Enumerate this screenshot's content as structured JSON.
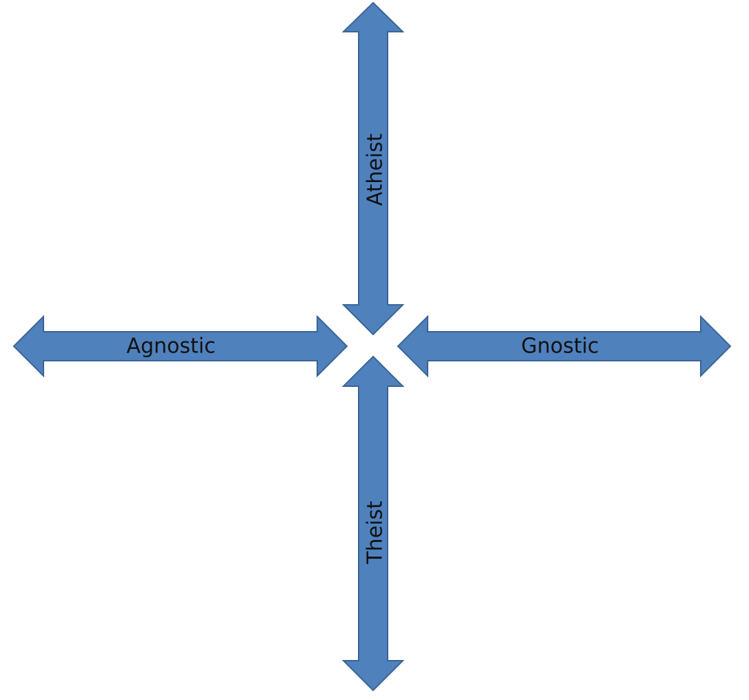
{
  "diagram": {
    "colors": {
      "arrow_fill": "#4f81bd",
      "arrow_stroke": "#3a6494",
      "background": "#ffffff",
      "label_text": "#111111"
    },
    "arrows": {
      "up": {
        "label": "Atheist"
      },
      "down": {
        "label": "Theist"
      },
      "left": {
        "label": "Agnostic"
      },
      "right": {
        "label": "Gnostic"
      }
    }
  }
}
